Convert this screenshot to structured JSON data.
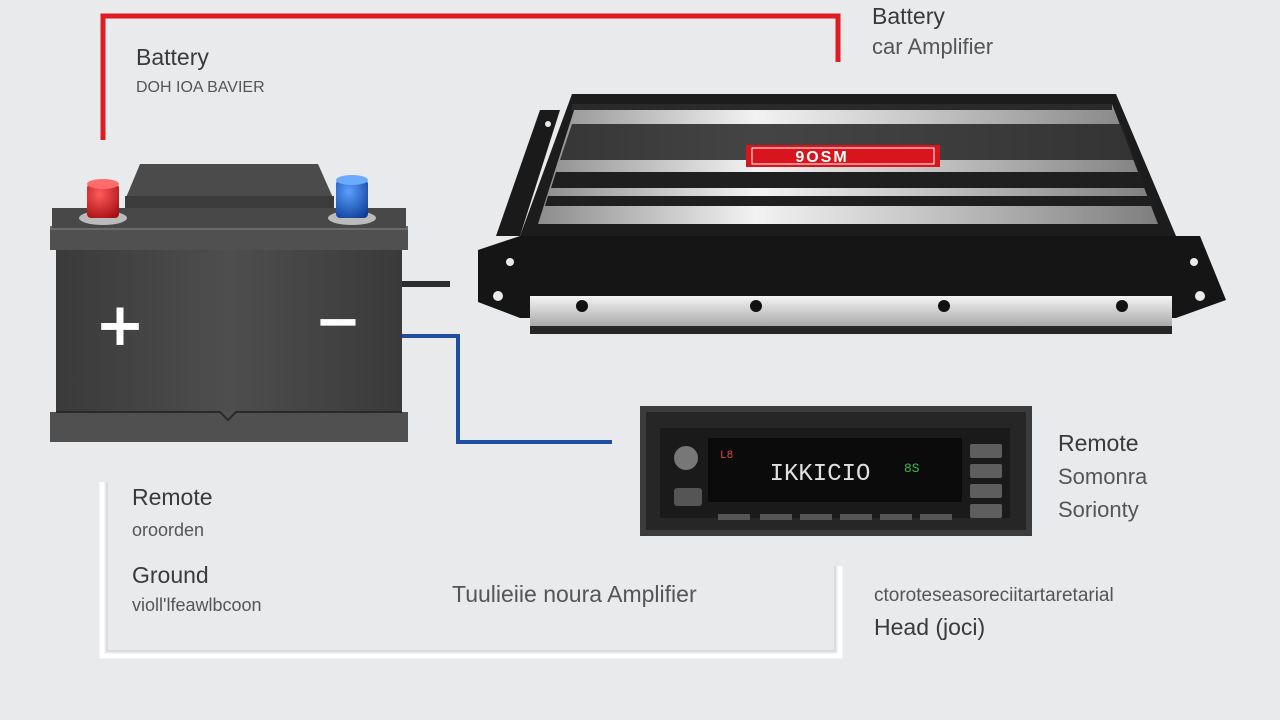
{
  "labels": {
    "battery_heading": "Battery",
    "battery_subtext": "DOH IOA BAVIER",
    "amp_heading": "Battery",
    "amp_subtext": "car Amplifier",
    "remote_left_heading": "Remote",
    "remote_left_subtext": "oroorden",
    "ground_heading": "Ground",
    "ground_subtext": "violl'lfeawlbcoon",
    "center_caption": "Tuulieiie noura Amplifier",
    "remote_right_heading": "Remote",
    "remote_right_line1": "Somonra",
    "remote_right_line2": "Sorionty",
    "head_line1": "ctoroteseasoreciitartaretarial",
    "head_line2": "Head (joci)"
  },
  "battery": {
    "plus_sign": "+",
    "minus_sign": "−"
  },
  "amplifier": {
    "logo_text": "9OSM"
  },
  "head_unit": {
    "display_main": "IKKICIO",
    "display_left": "L8",
    "display_right": "8S"
  },
  "colors": {
    "power_wire": "#e01b24",
    "remote_wire": "#1f4fa0",
    "ground_wire": "#ffffff",
    "positive_terminal": "#c8161d",
    "negative_terminal": "#1d5fc4",
    "amp_logo": "#d8141c",
    "display_green": "#2fbf4f"
  }
}
